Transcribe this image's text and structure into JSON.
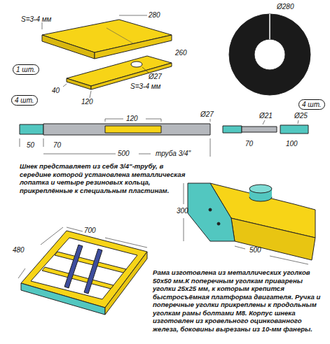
{
  "diagram": {
    "labels": [
      "S=3-4 мм",
      "280",
      "1 шт.",
      "260",
      "Ø27",
      "S=3-4 мм",
      "120",
      "40",
      "4 шт.",
      "Ø280",
      "4 шт.",
      "Ø27",
      "Ø21",
      "Ø25",
      "120",
      "50",
      "70",
      "500",
      "70",
      "100",
      "труба 3/4\"",
      "Шнек представляет из себя 3/4\"-трубу, в середине которой установлена металлическая лопатка и четыре резиновых кольца, прикреплённые к специальным пластинам.",
      "300",
      "500",
      "700",
      "480",
      "Рама изготовлена из металлических уголков 50х50 мм.К поперечным уголкам приварены уголки 25х25 мм, к которым крепится быстросъёмная платформа двигателя. Ручка и поперечные уголки прикреплены к продольным уголкам рамы болтами М8. Корпус шнека изготовлен из кровельного оцинкованного железа, боковины вырезаны из 10-мм фанеры."
    ]
  }
}
